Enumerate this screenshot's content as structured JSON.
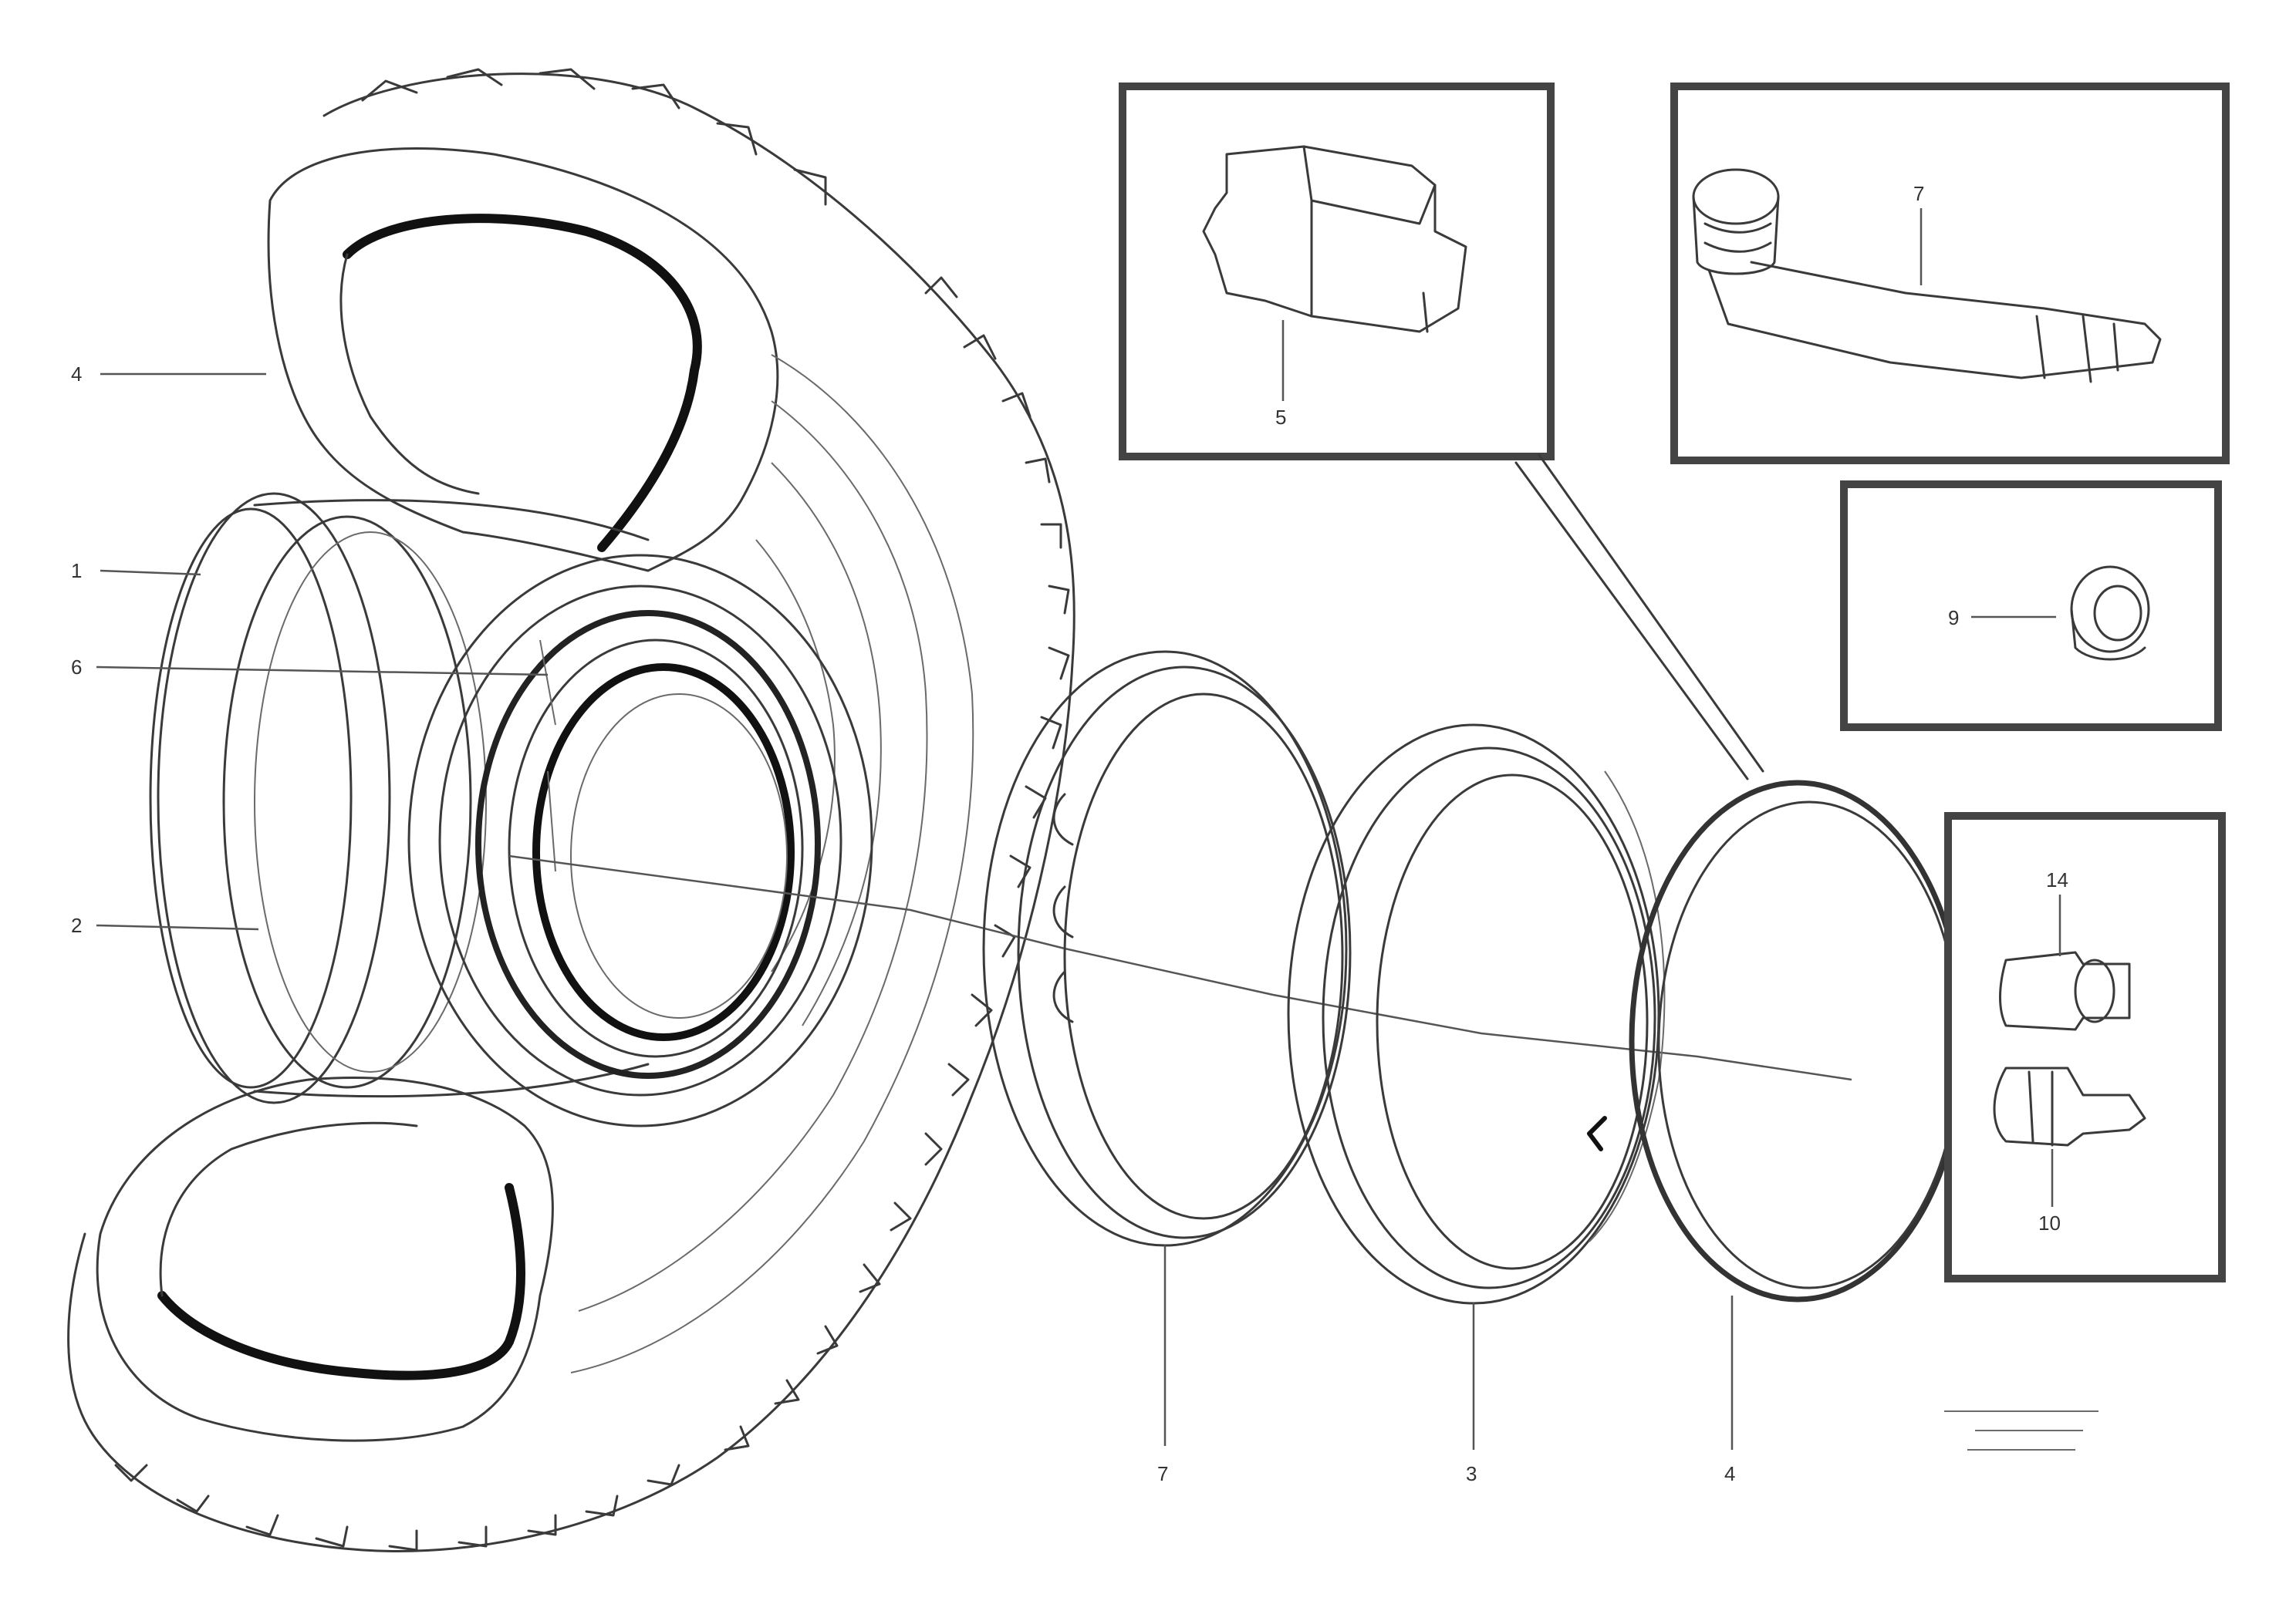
{
  "colors": {
    "line": "#3a3a3a",
    "heavy": "#111111",
    "background": "#ffffff"
  },
  "icons": {
    "valve": "tire-valve-icon",
    "cap": "valve-cap-icon",
    "sensor": "sensor-module-icon"
  },
  "callouts": {
    "tread": "4",
    "rim_outer": "1",
    "rim_flange": "6",
    "rim_base": "2",
    "ring_a": "7",
    "ring_b": "3",
    "ring_c": "4",
    "sensor": "5",
    "valve": "7",
    "cap": "9",
    "core_top": "14",
    "core_bottom": "10"
  },
  "reference": [
    "",
    "",
    ""
  ]
}
